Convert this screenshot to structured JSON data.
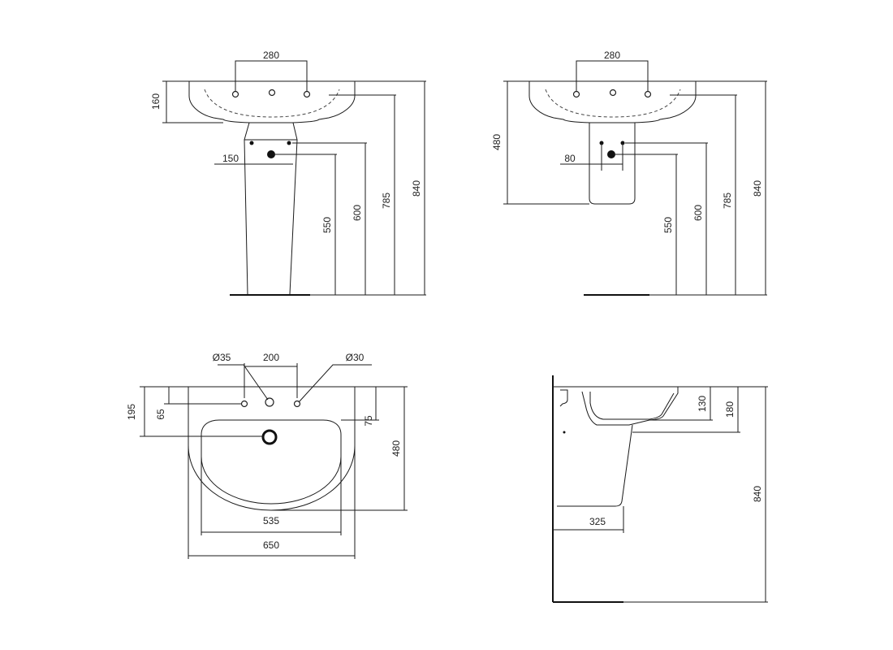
{
  "front_pedestal": {
    "tap_spacing": "280",
    "bowl_height": "160",
    "pedestal_width": "150",
    "waste_height": "550",
    "supply_height": "600",
    "bowl_low_height": "785",
    "total_height": "840"
  },
  "front_semi_pedestal": {
    "tap_spacing": "280",
    "bowl_height": "480",
    "semi_width": "80",
    "waste_height": "550",
    "supply_height": "600",
    "bowl_low_height": "785",
    "total_height": "840"
  },
  "top_view": {
    "tap_hole_diameter": "Ø35",
    "hole_spacing": "200",
    "overflow_hole_diameter": "Ø30",
    "back_depth": "195",
    "hole_offset": "65",
    "bowl_offset": "75",
    "depth": "480",
    "bowl_width": "535",
    "width": "650"
  },
  "side_view": {
    "rim_depth": "130",
    "bowl_depth": "180",
    "projection": "325",
    "total_height": "840"
  }
}
